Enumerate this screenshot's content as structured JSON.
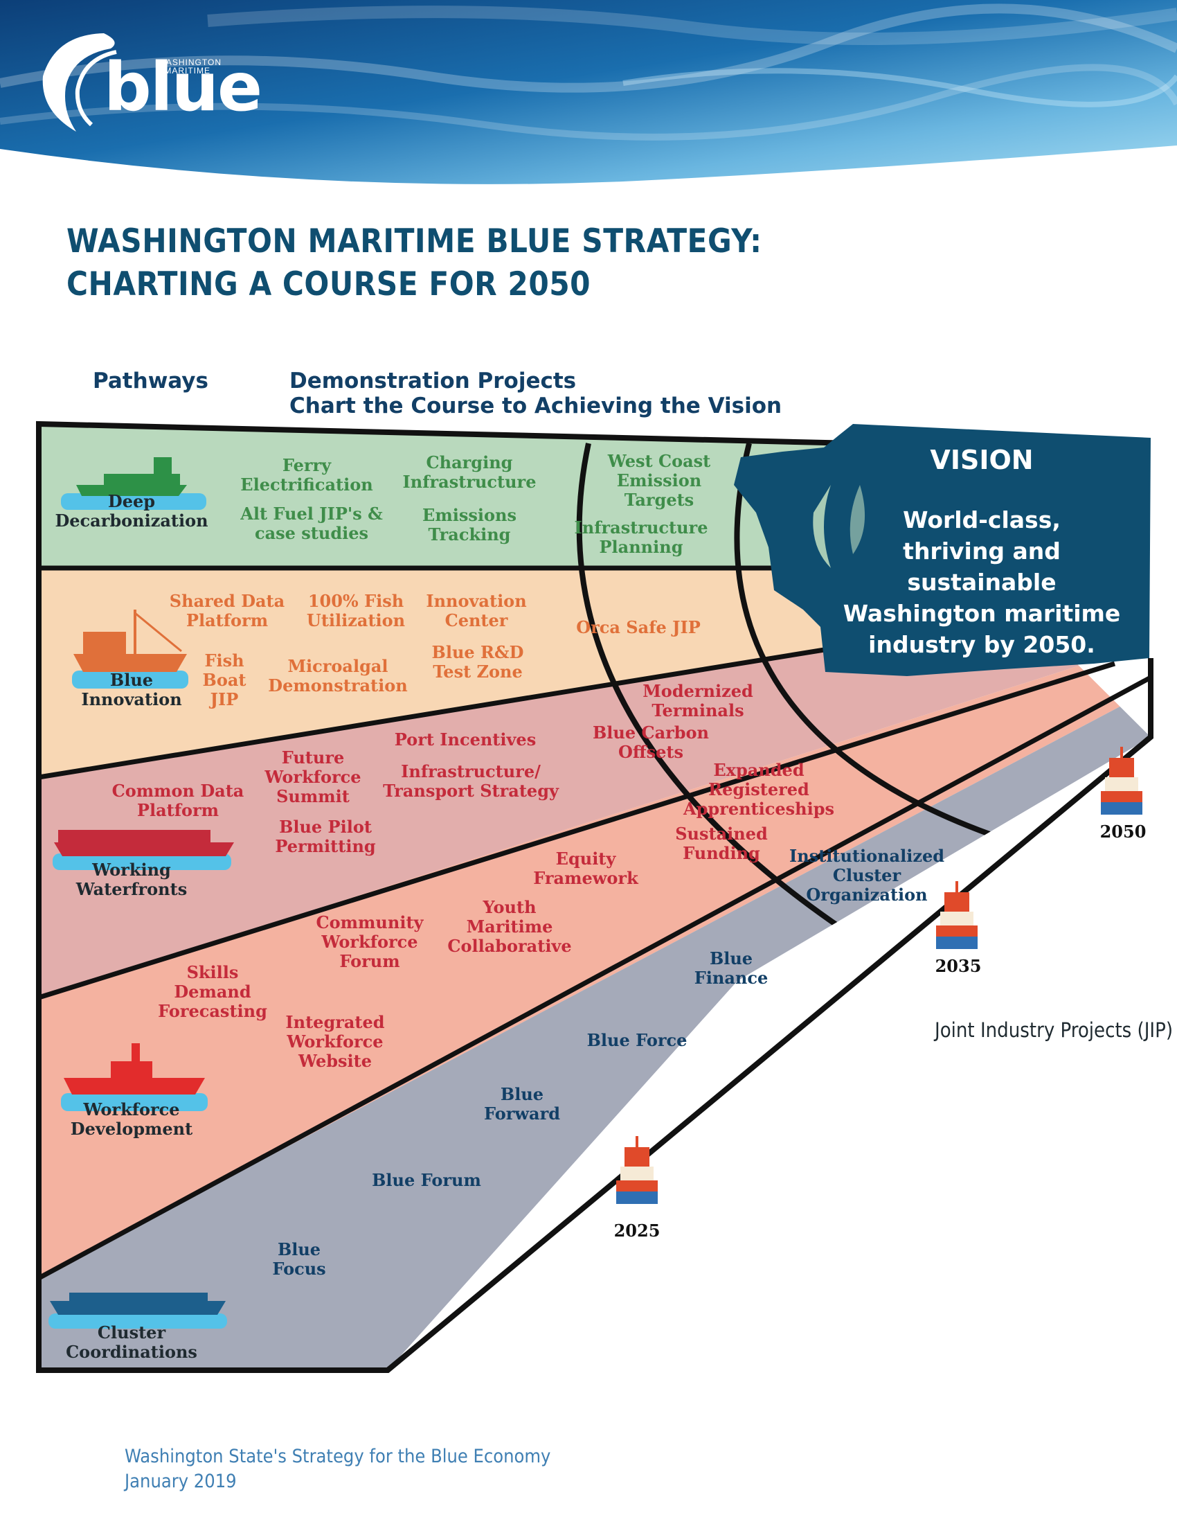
{
  "logo": {
    "word": "blue",
    "tag_line1": "WASHINGTON",
    "tag_line2": "MARITIME"
  },
  "title": {
    "line1": "WASHINGTON MARITIME BLUE STRATEGY:",
    "line2": "CHARTING A COURSE FOR 2050"
  },
  "headers": {
    "pathways": "Pathways",
    "demo_line1": "Demonstration Projects",
    "demo_line2": "Chart the Course to Achieving the Vision"
  },
  "vision": {
    "heading": "VISION",
    "text": [
      "World-class,",
      "thriving and",
      "sustainable",
      "Washington maritime",
      "industry by 2050."
    ]
  },
  "colors": {
    "decarbonization": "#b9d9bd",
    "innovation": "#f8d7b4",
    "waterfronts": "#e2aeac",
    "workforce": "#f4b2a0",
    "cluster": "#a5aab9",
    "vision_map": "#0f4e70",
    "green_text": "#3f8d4a",
    "orange_text": "#e0703a",
    "red_text": "#c42b3b",
    "navy_text": "#123f66"
  },
  "pathways": [
    {
      "label": [
        "Deep",
        "Decarbonization"
      ],
      "icon": "ferry-icon",
      "projects": [
        {
          "lines": [
            "Ferry",
            "Electrification"
          ]
        },
        {
          "lines": [
            "Charging",
            "Infrastructure"
          ]
        },
        {
          "lines": [
            "Alt Fuel JIP's &",
            "case studies"
          ]
        },
        {
          "lines": [
            "Emissions",
            "Tracking"
          ]
        },
        {
          "lines": [
            "West Coast",
            "Emission",
            "Targets"
          ]
        },
        {
          "lines": [
            "Infrastructure",
            "Planning"
          ]
        }
      ]
    },
    {
      "label": [
        "Blue",
        "Innovation"
      ],
      "icon": "fishing-boat-icon",
      "projects": [
        {
          "lines": [
            "Shared Data",
            "Platform"
          ]
        },
        {
          "lines": [
            "100% Fish",
            "Utilization"
          ]
        },
        {
          "lines": [
            "Innovation",
            "Center"
          ]
        },
        {
          "lines": [
            "Orca Safe JIP"
          ]
        },
        {
          "lines": [
            "Fish",
            "Boat",
            "JIP"
          ]
        },
        {
          "lines": [
            "Microalgal",
            "Demonstration"
          ]
        },
        {
          "lines": [
            "Blue R&D",
            "Test Zone"
          ]
        }
      ]
    },
    {
      "label": [
        "Working",
        "Waterfronts"
      ],
      "icon": "container-ship-icon",
      "projects": [
        {
          "lines": [
            "Modernized",
            "Terminals"
          ]
        },
        {
          "lines": [
            "Port Incentives"
          ]
        },
        {
          "lines": [
            "Blue Carbon",
            "Offsets"
          ]
        },
        {
          "lines": [
            "Future",
            "Workforce",
            "Summit"
          ]
        },
        {
          "lines": [
            "Infrastructure/",
            "Transport Strategy"
          ]
        },
        {
          "lines": [
            "Common Data",
            "Platform"
          ]
        },
        {
          "lines": [
            "Blue Pilot",
            "Permitting"
          ]
        }
      ]
    },
    {
      "label": [
        "Workforce",
        "Development"
      ],
      "icon": "tugboat-icon",
      "projects": [
        {
          "lines": [
            "Expanded",
            "Registered",
            "Apprenticeships"
          ]
        },
        {
          "lines": [
            "Sustained",
            "Funding"
          ]
        },
        {
          "lines": [
            "Equity",
            "Framework"
          ]
        },
        {
          "lines": [
            "Community",
            "Workforce",
            "Forum"
          ]
        },
        {
          "lines": [
            "Youth",
            "Maritime",
            "Collaborative"
          ]
        },
        {
          "lines": [
            "Skills",
            "Demand",
            "Forecasting"
          ]
        },
        {
          "lines": [
            "Integrated",
            "Workforce",
            "Website"
          ]
        }
      ]
    },
    {
      "label": [
        "Cluster",
        "Coordinations"
      ],
      "icon": "cruise-ship-icon",
      "projects": [
        {
          "lines": [
            "Institutionalized",
            "Cluster",
            "Organization"
          ]
        },
        {
          "lines": [
            "Blue",
            "Finance"
          ]
        },
        {
          "lines": [
            "Blue Force"
          ]
        },
        {
          "lines": [
            "Blue",
            "Forward"
          ]
        },
        {
          "lines": [
            "Blue Forum"
          ]
        },
        {
          "lines": [
            "Blue",
            "Focus"
          ]
        }
      ]
    }
  ],
  "milestones": [
    "2025",
    "2035",
    "2050"
  ],
  "legend_note": "Joint Industry Projects (JIP)",
  "footer": {
    "line1": "Washington State's Strategy for the Blue Economy",
    "line2": "January 2019"
  }
}
